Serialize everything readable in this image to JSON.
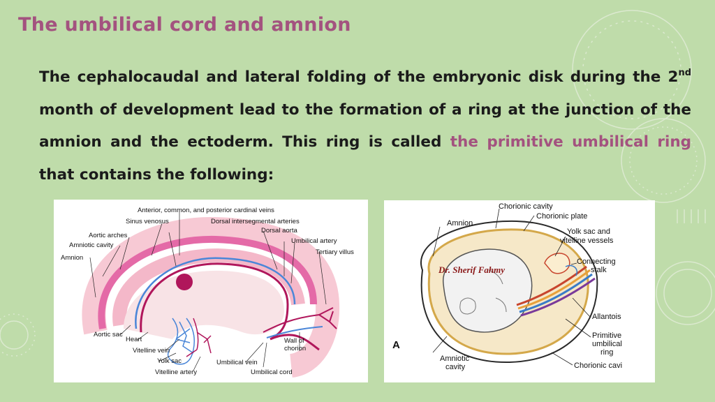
{
  "title": "The umbilical cord and amnion",
  "paragraph": {
    "part1": "The cephalocaudal and lateral folding of the embryonic disk during the 2",
    "superscript": "nd",
    "part2": " month of development lead to the formation of a ring at the junction of the amnion and the ectoderm. This ring is called ",
    "highlight": "the primitive umbilical ring",
    "part3": " that contains the following:"
  },
  "colors": {
    "background": "#bfdcaa",
    "title": "#a3527f",
    "highlight": "#a3527f",
    "text": "#1b1b1b"
  },
  "fig1": {
    "labels": [
      "Anterior, common, and posterior cardinal veins",
      "Sinus venosus",
      "Dorsal intersegmental arteries",
      "Dorsal aorta",
      "Aortic arches",
      "Umbilical artery",
      "Amniotic cavity",
      "Tertiary villus",
      "Amnion",
      "Aortic sac",
      "Heart",
      "Vitelline vein",
      "Wall of",
      "chorion",
      "Yolk sac",
      "Umbilical vein",
      "Vitelline artery",
      "Umbilical cord"
    ]
  },
  "fig2": {
    "panel": "A",
    "signature": "Dr. Sherif Fahmy",
    "labels": [
      "Chorionic cavity",
      "Chorionic plate",
      "Amnion",
      "Yolk sac and",
      "vitelline vessels",
      "Connecting",
      "stalk",
      "Allantois",
      "Primitive",
      "umbilical",
      "ring",
      "Chorionic cavi",
      "Amniotic",
      "cavity"
    ]
  }
}
